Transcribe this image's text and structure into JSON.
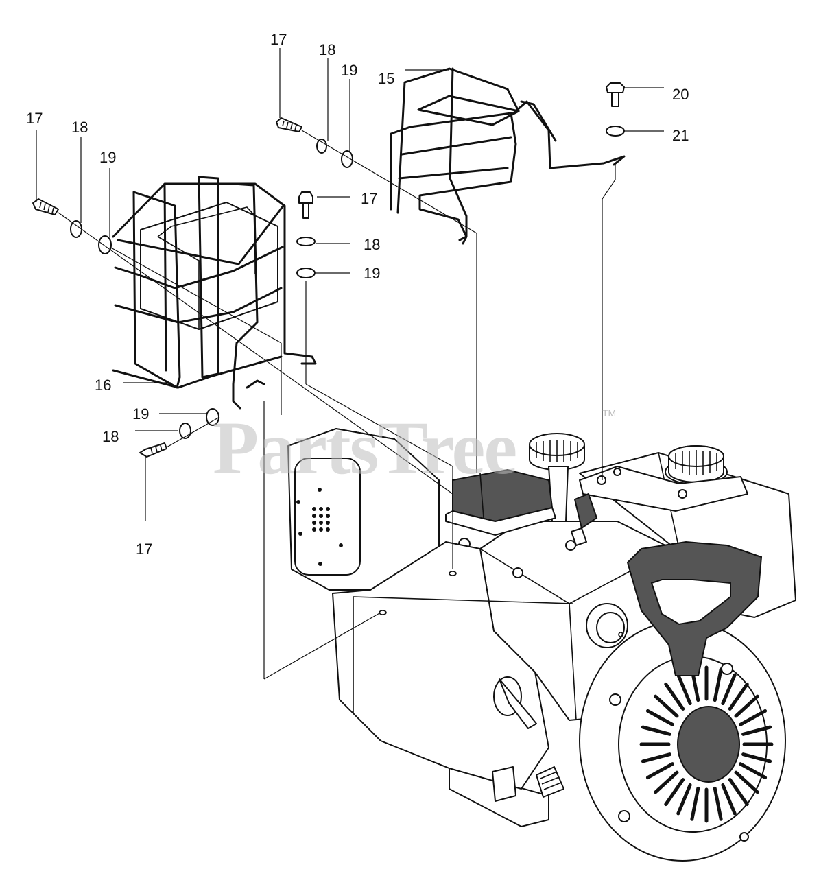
{
  "watermark": {
    "text": "PartsTree",
    "mark": "TM"
  },
  "callouts": [
    {
      "id": "c-17-a",
      "label": "17"
    },
    {
      "id": "c-18-a",
      "label": "18"
    },
    {
      "id": "c-19-a",
      "label": "19"
    },
    {
      "id": "c-15",
      "label": "15"
    },
    {
      "id": "c-20",
      "label": "20"
    },
    {
      "id": "c-21",
      "label": "21"
    },
    {
      "id": "c-17-b",
      "label": "17"
    },
    {
      "id": "c-18-b",
      "label": "18"
    },
    {
      "id": "c-19-b",
      "label": "19"
    },
    {
      "id": "c-17-c",
      "label": "17"
    },
    {
      "id": "c-18-c",
      "label": "18"
    },
    {
      "id": "c-19-c",
      "label": "19"
    },
    {
      "id": "c-16",
      "label": "16"
    },
    {
      "id": "c-19-d",
      "label": "19"
    },
    {
      "id": "c-18-d",
      "label": "18"
    },
    {
      "id": "c-17-d",
      "label": "17"
    }
  ],
  "colors": {
    "line": "#111111",
    "watermark": "#bdbdbd",
    "shade": "#555555",
    "background": "#ffffff"
  }
}
